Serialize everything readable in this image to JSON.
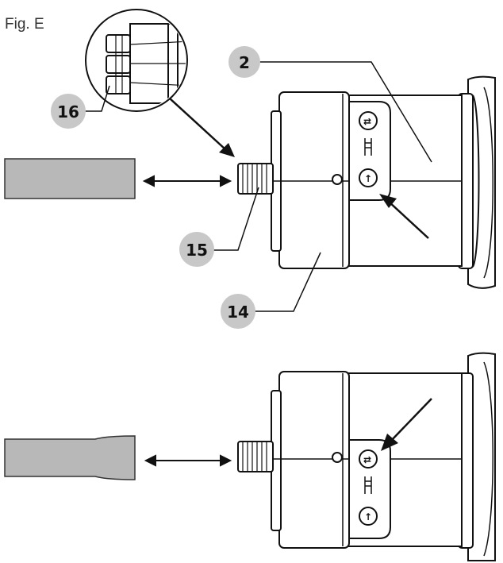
{
  "figure": {
    "label": "Fig. E",
    "callouts": [
      {
        "id": "c2",
        "text": "2"
      },
      {
        "id": "c16",
        "text": "16"
      },
      {
        "id": "c15",
        "text": "15"
      },
      {
        "id": "c14",
        "text": "14"
      }
    ],
    "colors": {
      "line": "#111111",
      "callout_fill": "#c8c8c8",
      "handle_fill": "#b8b8b8"
    }
  }
}
